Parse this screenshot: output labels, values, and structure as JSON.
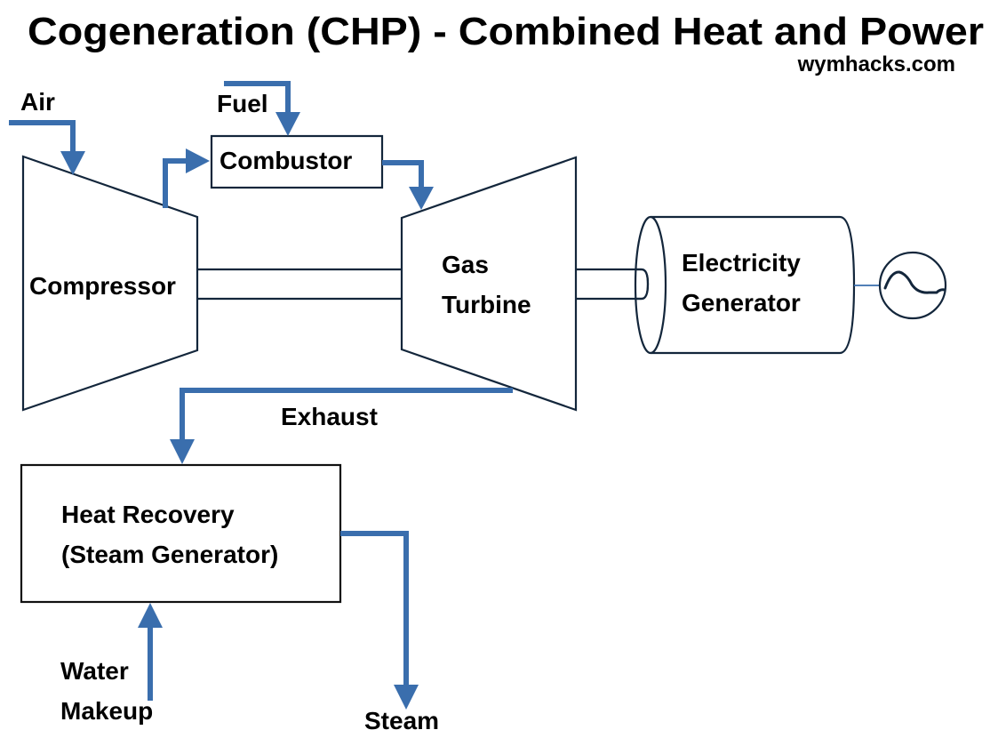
{
  "header": {
    "title": "Cogeneration (CHP) - Combined Heat and Power",
    "site": "wymhacks.com"
  },
  "colors": {
    "flow_arrow": "#3a6ead",
    "outline": "#13263b",
    "text": "#000000",
    "background": "#ffffff"
  },
  "components": {
    "compressor": "Compressor",
    "combustor": "Combustor",
    "gas_turbine_line1": "Gas",
    "gas_turbine_line2": "Turbine",
    "generator_line1": "Electricity",
    "generator_line2": "Generator",
    "heat_recovery_line1": "Heat Recovery",
    "heat_recovery_line2": "(Steam Generator)"
  },
  "flows": {
    "air": "Air",
    "fuel": "Fuel",
    "exhaust": "Exhaust",
    "water_line1": "Water",
    "water_line2": "Makeup",
    "steam": "Steam"
  },
  "icons": {
    "ac_output": "ac-sine-wave-icon"
  }
}
